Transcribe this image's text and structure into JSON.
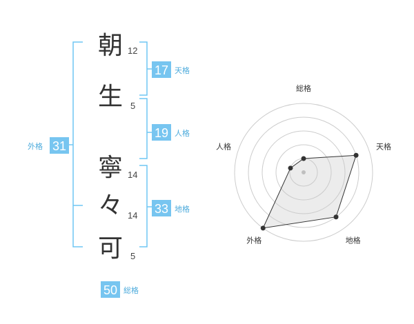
{
  "name_chars": [
    {
      "char": "朝",
      "strokes": "12"
    },
    {
      "char": "生",
      "strokes": "5"
    },
    {
      "char": "寧",
      "strokes": "14"
    },
    {
      "char": "々",
      "strokes": "14"
    },
    {
      "char": "可",
      "strokes": "5"
    }
  ],
  "fortunes": {
    "tenkaku": {
      "value": "17",
      "label": "天格"
    },
    "jinkaku": {
      "value": "19",
      "label": "人格"
    },
    "chikaku": {
      "value": "33",
      "label": "地格"
    },
    "gaikaku": {
      "value": "31",
      "label": "外格"
    },
    "soukaku": {
      "value": "50",
      "label": "総格"
    }
  },
  "radar": {
    "axes": [
      "総格",
      "天格",
      "地格",
      "外格",
      "人格"
    ],
    "levels": [
      1,
      4,
      4,
      5,
      1
    ],
    "max": 5
  },
  "colors": {
    "accent": "#6ec6f3",
    "badge": "#77c5f0",
    "label": "#4dabdc",
    "text": "#333333"
  }
}
